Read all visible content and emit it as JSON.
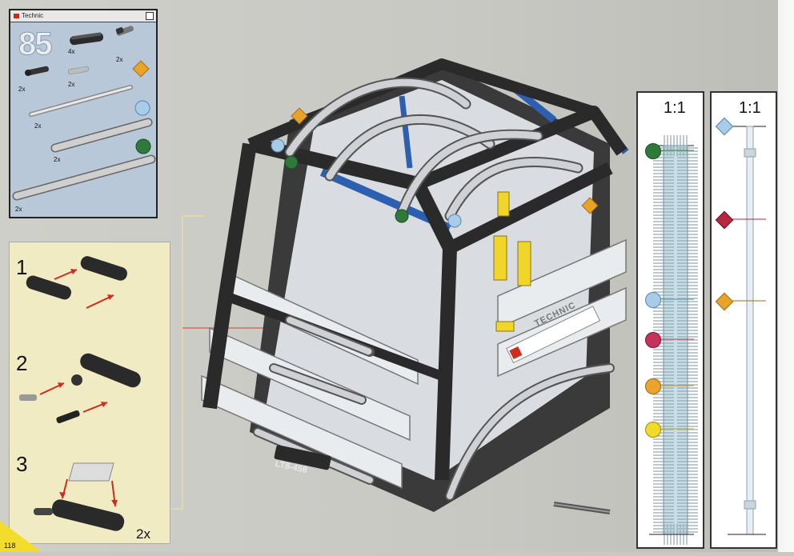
{
  "parts_window": {
    "title": "Technic",
    "step_number": "85",
    "parts": [
      {
        "name": "beam-5",
        "qty": "4x"
      },
      {
        "name": "pin-with-bush",
        "qty": "2x"
      },
      {
        "name": "connector-pin",
        "qty": "2x"
      },
      {
        "name": "axle-pin",
        "qty": "2x"
      },
      {
        "name": "thin-tube",
        "qty": "2x",
        "marker": "light-blue-circle"
      },
      {
        "name": "medium-flex-tube",
        "qty": "2x",
        "marker": "green-circle"
      },
      {
        "name": "long-flex-tube",
        "qty": "2x"
      }
    ],
    "marker_colors": {
      "orange_diamond": "#e7a32a",
      "light_blue_circle": "#a8cbe8",
      "green_circle": "#2f7a3a"
    }
  },
  "substeps": {
    "step1": "1",
    "step2": "2",
    "step3": "3",
    "multiplier": "2x"
  },
  "page": {
    "number": "118"
  },
  "model": {
    "brand_label": "TECHNIC",
    "plate_label": "LT8-458"
  },
  "scale_rulers": [
    {
      "label": "1:1",
      "markers": [
        {
          "shape": "circle",
          "color": "#2d7a3a"
        },
        {
          "shape": "circle",
          "color": "#a8cbe8"
        },
        {
          "shape": "circle",
          "color": "#c8325a"
        },
        {
          "shape": "circle",
          "color": "#e8a42c"
        },
        {
          "shape": "circle",
          "color": "#f2da2a"
        }
      ]
    },
    {
      "label": "1:1",
      "markers": [
        {
          "shape": "diamond",
          "color": "#a8cbe8"
        },
        {
          "shape": "diamond",
          "color": "#b5283f"
        },
        {
          "shape": "diamond",
          "color": "#e7a32a"
        }
      ]
    }
  ]
}
